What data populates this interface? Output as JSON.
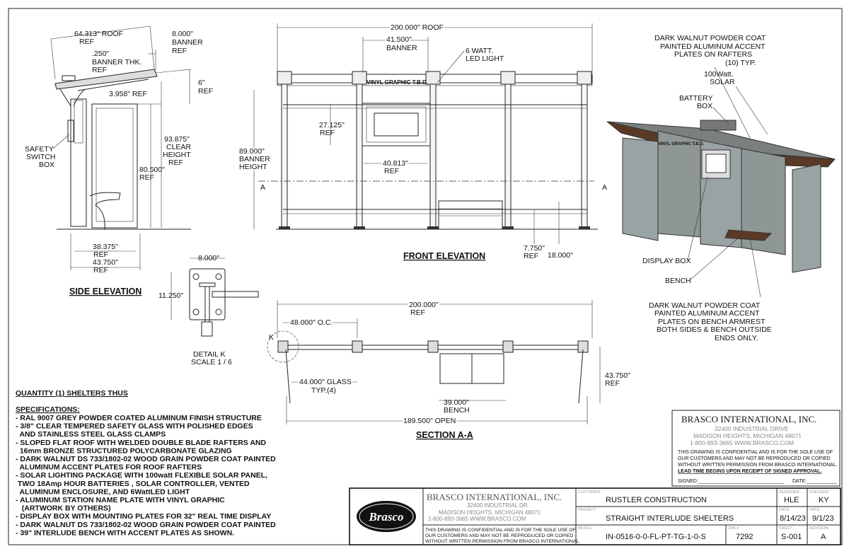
{
  "side_elevation": {
    "title": "SIDE ELEVATION",
    "roof": [
      "64.313\" ROOF",
      "REF"
    ],
    "banner": [
      "8.000\"",
      "BANNER",
      "REF"
    ],
    "banner_thk": [
      ".250\"",
      "BANNER THK.",
      "REF"
    ],
    "six": [
      "6\"",
      "REF"
    ],
    "offset": "3.958\" REF",
    "safety": [
      "SAFETY",
      "SWITCH",
      "BOX"
    ],
    "clear_height": [
      "93.875\"",
      "CLEAR",
      "HEIGHT",
      "REF"
    ],
    "height": [
      "80.500\"",
      "REF"
    ],
    "depth_inner": [
      "38.375\"",
      "REF"
    ],
    "depth_outer": [
      "43.750\"",
      "REF"
    ]
  },
  "detail_k": {
    "width": "8.000\"",
    "height": "11.250\"",
    "title": "DETAIL  K",
    "scale": "SCALE 1 / 6"
  },
  "front_elevation": {
    "title": "FRONT ELEVATION",
    "roof": "200.000\" ROOF",
    "banner": [
      "41.500\"",
      "BANNER"
    ],
    "led": [
      "6 WATT.",
      "LED LIGHT"
    ],
    "graphic": "VINYL GRAPHIC T.B.D.",
    "display": [
      "27.125\"",
      "REF"
    ],
    "banner_height": [
      "89.000\"",
      "BANNER",
      "HEIGHT"
    ],
    "display_width": [
      "40.813\"",
      "REF"
    ],
    "section_mark": "A",
    "bench_seat": [
      "7.750\"",
      "REF"
    ],
    "bench_height": "18.000\""
  },
  "section_aa": {
    "title": "SECTION A-A",
    "overall": [
      "200.000\"",
      "REF"
    ],
    "oc": "48.000\" O.C.",
    "detail_mark": "K",
    "glass": [
      "44.000\" GLASS",
      "TYP.(4)"
    ],
    "depth": [
      "43.750\"",
      "REF"
    ],
    "bench": [
      "39.000\"",
      "BENCH"
    ],
    "open": "189.500\" OPEN"
  },
  "isometric": {
    "rafter_plates": [
      "DARK WALNUT POWDER COAT",
      "PAINTED ALUMINUM ACCENT",
      "PLATES ON RAFTERS",
      "(10) TYP."
    ],
    "solar": [
      "100Watt.",
      "SOLAR"
    ],
    "battery": [
      "BATTERY",
      "BOX"
    ],
    "display_box": "DISPLAY BOX",
    "bench": "BENCH",
    "bench_plates": [
      "DARK WALNUT POWDER COAT",
      "PAINTED ALUMINUM ACCENT",
      "PLATES ON  BENCH ARMREST",
      "BOTH SIDES & BENCH OUTSIDE",
      "ENDS ONLY."
    ],
    "sign_text": "VINYL GRAPHIC T.B.D.",
    "colors": {
      "walnut": "#5a3a26",
      "glass": "#9aa3a3",
      "frame": "#6d7373"
    }
  },
  "specs": {
    "quantity": "QUANTITY (1) SHELTERS THUS",
    "heading": "SPECIFICATIONS:",
    "lines": [
      "- RAL 9007 GREY POWDER COATED ALUMINUM FINISH STRUCTURE",
      "- 3/8\" CLEAR TEMPERED SAFETY GLASS WITH POLISHED EDGES",
      "  AND STAINLESS STEEL GLASS CLAMPS",
      "- SLOPED FLAT ROOF WITH WELDED DOUBLE BLADE RAFTERS AND",
      "  16mm BRONZE STRUCTURED POLYCARBONATE GLAZING",
      "- DARK WALNUT DS 733/1802-02 WOOD GRAIN POWDER COAT PAINTED",
      "  ALUMINUM ACCENT PLATES FOR ROOF RAFTERS",
      "- SOLAR LIGHTING PACKAGE WITH 100watt FLEXIBLE SOLAR PANEL,",
      " TWO 18Amp HOUR BATTERIES , SOLAR CONTROLLER, VENTED",
      "  ALUMINUM ENCLOSURE, AND 6WattLED LIGHT",
      "- ALUMINUM STATION NAME PLATE WITH VINYL GRAPHIC",
      "   (ARTWORK BY OTHERS)",
      "- DISPLAY BOX WITH MOUNTING PLATES FOR 32\" REAL TIME DISPLAY",
      "- DARK WALNUT DS 733/1802-02 WOOD GRAIN POWDER COAT PAINTED",
      "- 39\" INTERLUDE BENCH WITH ACCENT PLATES AS SHOWN."
    ]
  },
  "approval_box": {
    "company": "BRASCO  INTERNATIONAL,  INC.",
    "address1": "32400  INDUSTRIAL  DRIVE",
    "address2": "MADISON  HEIGHTS,  MICHIGAN    48071",
    "contact": "1-800-893-3665    WWW.BRASCO.COM",
    "notice": [
      "THIS DRAWING IS CONFIDENTIAL AND IS FOR THE SOLE USE OF",
      "OUR CUSTOMERS AND MAY NOT BE REPRODUCED OR COPIED",
      "WITHOUT WRITTEN PERMISSION FROM BRASCO INTERNATIONAL."
    ],
    "lead_time": "LEAD TIME BEGINS UPON RECEIPT OF SIGNED APPROVAL.",
    "signed": "SIGNED:_______________________________",
    "date": "DATE:___________"
  },
  "title_block": {
    "logo": "Brasco",
    "company": "BRASCO  INTERNATIONAL,  INC.",
    "address1": "32400  INDUSTRIAL  DR.",
    "address2": "MADISON  HEIGHTS,  MICHIGAN  48071",
    "contact": "1-800-893-3665        WWW.BRASCO.COM",
    "notice": [
      "THIS DRAWING IS CONFIDENTIAL AND IS FOR THE SOLE USE OF",
      "OUR CUSTOMERS AND MAY NOT BE REPRODUCED OR COPIED",
      "WITHOUT WRITTEN PERMISSION FROM BRASCO INTERNATIONAL."
    ],
    "customer_label": "CUSTOMER:",
    "customer": "RUSTLER CONSTRUCTION",
    "project_label": "PROJECT:",
    "project": "STRAIGHT INTERLUDE SHELTERS",
    "model_label": "MODEL:",
    "model": "IN-0516-0-0-FL-PT-TG-1-0-S",
    "job_label": "JOB #",
    "job": "7292",
    "designer_label": "DESIGNER:",
    "designer": "HLE",
    "checker_label": "CHECKER:",
    "checker": "KY",
    "date1_label": "DATE:",
    "date1": "8/14/23",
    "date2_label": "DATE:",
    "date2": "9/1/23",
    "sheet_label": "SHEET:",
    "sheet": "S-001",
    "revision_label": "REVISION:",
    "revision": "A"
  }
}
